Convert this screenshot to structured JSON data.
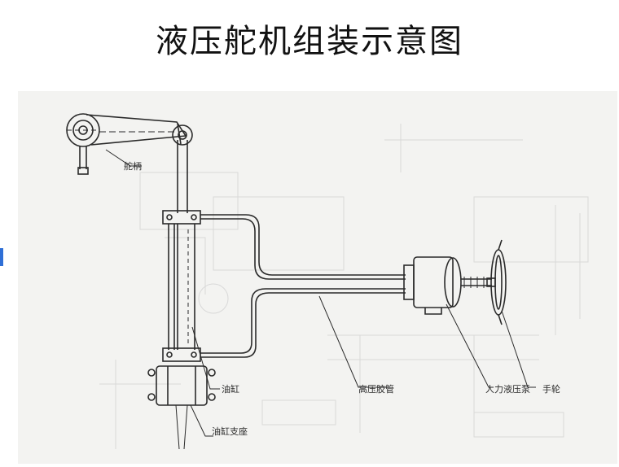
{
  "title": "液压舵机组装示意图",
  "labels": {
    "tiller": "舵柄",
    "cylinder": "油缸",
    "hose": "高压胶管",
    "pump": "人力液压泵",
    "handwheel": "手轮",
    "support": "油缸支座"
  },
  "colors": {
    "ink": "#2a2a2a",
    "background_paper": "#f3f3f1",
    "ghost_lines": "#cfcfcf",
    "accent_marker": "#2f6fd6"
  }
}
